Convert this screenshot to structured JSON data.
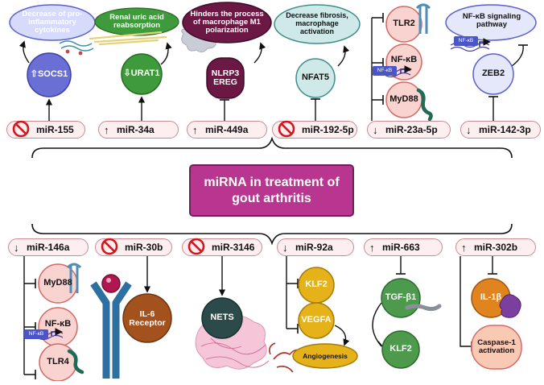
{
  "center": {
    "title": "miRNA in treatment of gout arthritis"
  },
  "top": [
    {
      "mirna": "miR-155",
      "dir": "inhibit",
      "node": "⇧SOCS1",
      "effect": "Decrease of pro-inflammatory cytokines"
    },
    {
      "mirna": "miR-34a",
      "dir": "up",
      "node": "⇩URAT1",
      "effect": "Renal uric acid reabsorption"
    },
    {
      "mirna": "miR-449a",
      "dir": "up",
      "node": "NLRP3 EREG",
      "effect": "Hinders the process of macrophage M1 polarization"
    },
    {
      "mirna": "miR-192-5p",
      "dir": "inhibit",
      "node": "NFAT5",
      "effect": "Decrease fibrosis, macrophage activation"
    },
    {
      "mirna": "miR-23a-5p",
      "dir": "down",
      "targets": [
        "TLR2",
        "NF-κB",
        "MyD88"
      ],
      "nfkb_tag": "NF-κB"
    },
    {
      "mirna": "miR-142-3p",
      "dir": "down",
      "node": "ZEB2",
      "effect": "NF-κB signaling pathway",
      "nfkb_tag": "NF-κB"
    }
  ],
  "bottom": [
    {
      "mirna": "miR-146a",
      "dir": "down",
      "targets": [
        "MyD88",
        "NF-κB",
        "TLR4"
      ],
      "nfkb_tag": "NF-κB"
    },
    {
      "mirna": "miR-30b",
      "dir": "inhibit",
      "node": "IL-6 Receptor"
    },
    {
      "mirna": "miR-3146",
      "dir": "inhibit",
      "node": "NETS"
    },
    {
      "mirna": "miR-92a",
      "dir": "down",
      "targets": [
        "KLF2",
        "VEGFA"
      ],
      "effect": "Angiogenesis"
    },
    {
      "mirna": "miR-663",
      "dir": "up",
      "targets": [
        "TGF-β1",
        "KLF2"
      ]
    },
    {
      "mirna": "miR-302b",
      "dir": "up",
      "targets": [
        "IL-1β",
        "Caspase-1 activation"
      ]
    }
  ],
  "colors": {
    "pill_bg": "#fdeef0",
    "pill_border": "#c98a94",
    "center_fill": "#b8368f",
    "center_border": "#6f1f5a",
    "socs1": "#6a6fd6",
    "urat1": "#3f9a3b",
    "nlrp3": "#6b1845",
    "nfat5_fill": "#cfe9e8",
    "salmon": "#f9d3cf",
    "salmon_border": "#d46a66",
    "zeb2": "#e5e7fb",
    "il6r": "#a3521d",
    "nets": "#2c4a4a",
    "klf2_vegfa": "#e6b21a",
    "tgfb1": "#4d9a4d",
    "il1b": "#e0841f",
    "caspase": "#f9c9b4",
    "receptor_blue": "#2d6fa0",
    "inhibit_red": "#d8141b"
  },
  "icons": [
    "no-sign-icon",
    "up-arrow-icon",
    "down-arrow-icon",
    "receptor-icon",
    "dna-icon",
    "macrophage-icon",
    "neutrophil-trap-icon",
    "vessel-icon",
    "protein-icon"
  ]
}
